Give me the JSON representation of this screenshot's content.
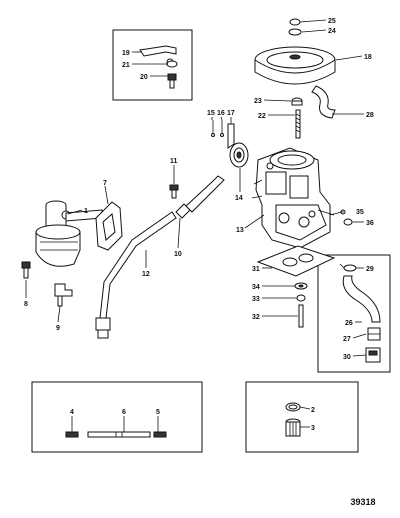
{
  "figure_number": "39318",
  "callouts": [
    "1",
    "2",
    "3",
    "4",
    "5",
    "6",
    "7",
    "8",
    "9",
    "10",
    "11",
    "12",
    "13",
    "14",
    "15",
    "16",
    "17",
    "18",
    "19",
    "20",
    "21",
    "22",
    "23",
    "24",
    "25",
    "26",
    "27",
    "28",
    "29",
    "30",
    "31",
    "32",
    "33",
    "34",
    "35",
    "36"
  ]
}
